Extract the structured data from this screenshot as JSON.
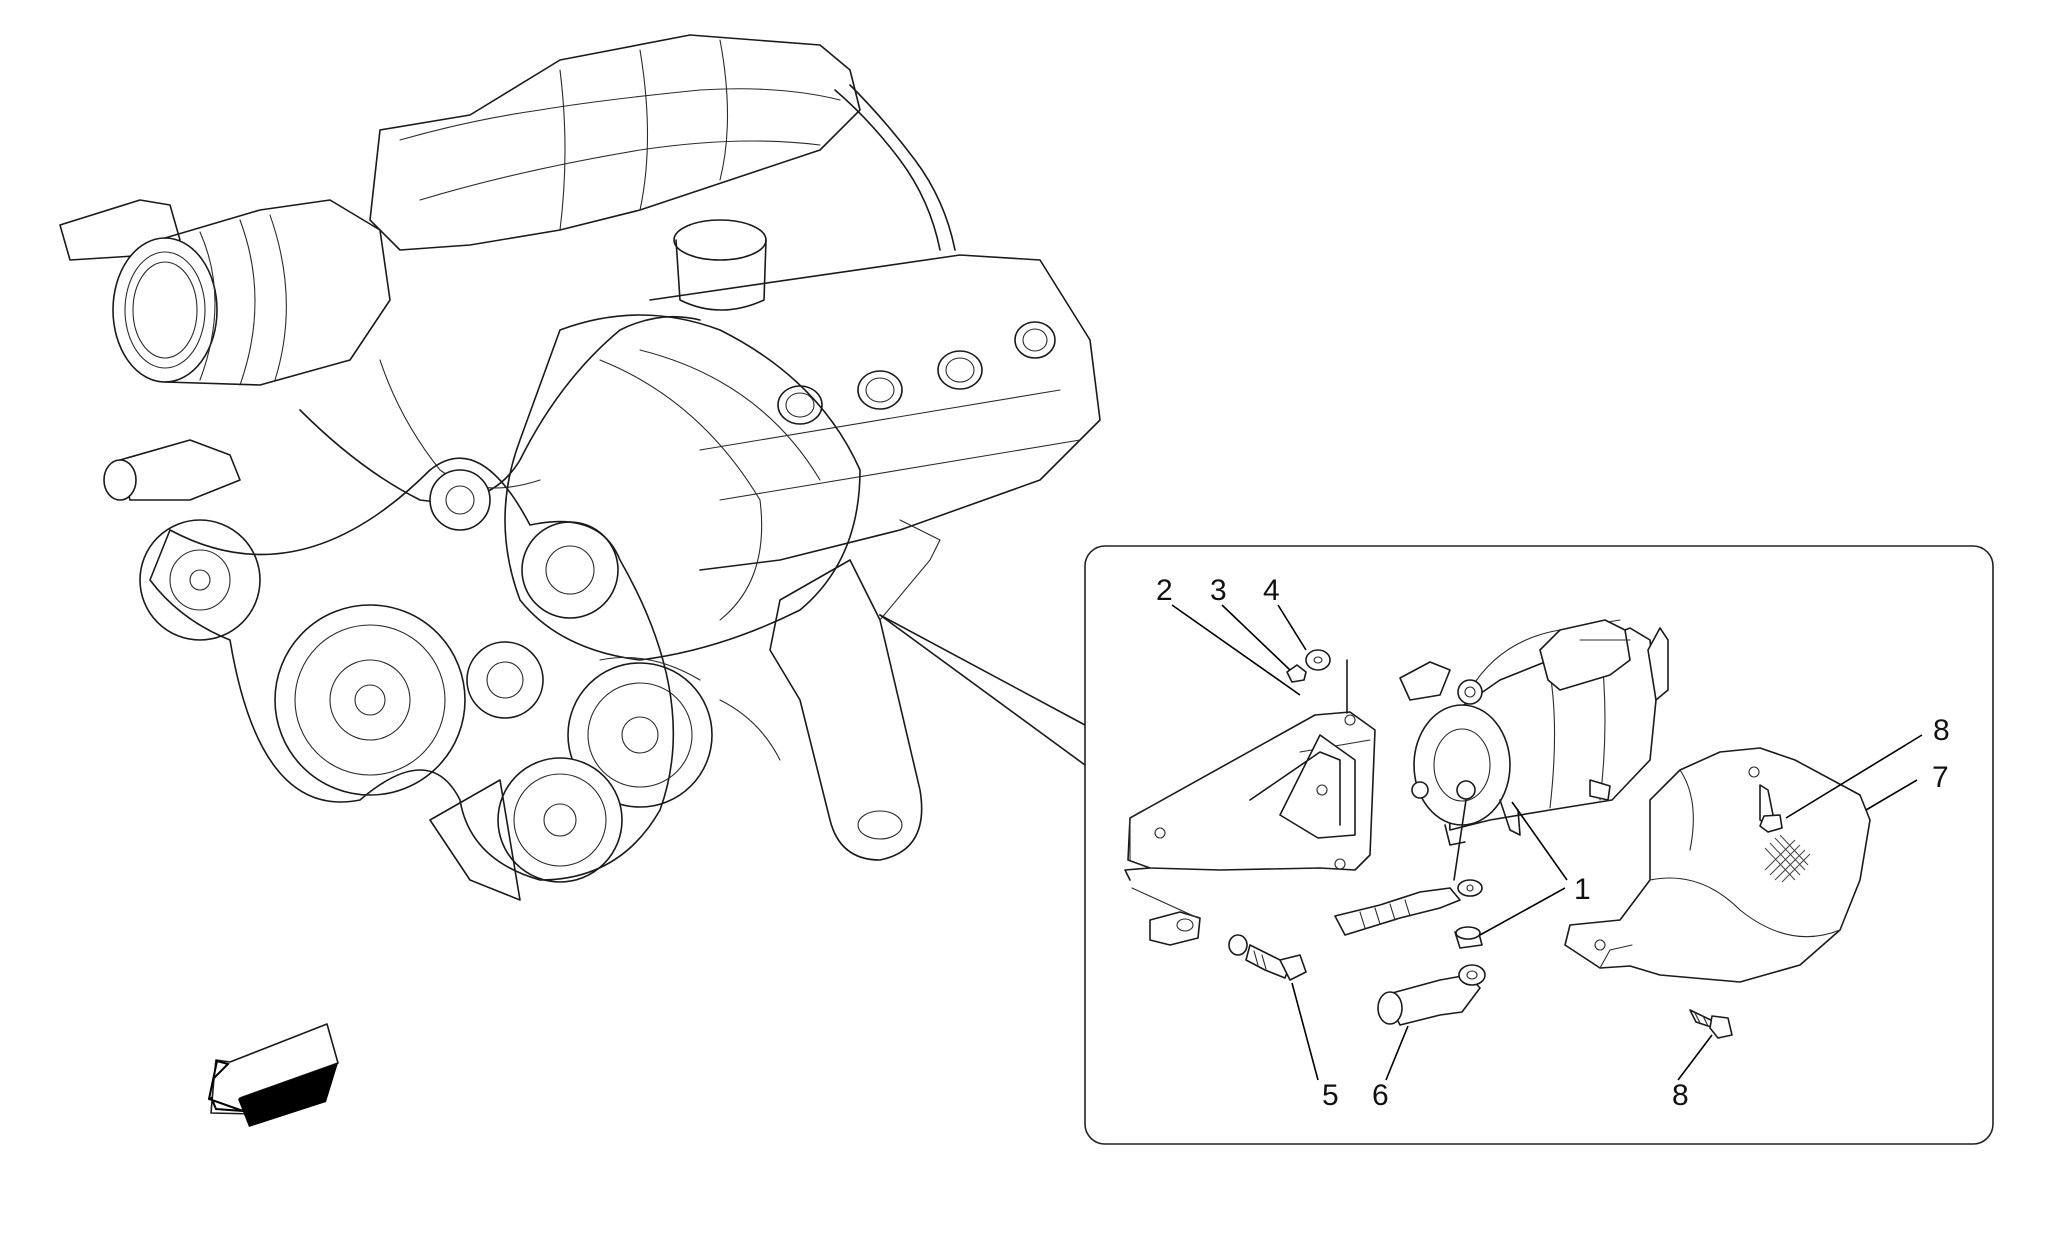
{
  "diagram": {
    "callouts": [
      {
        "id": "c2",
        "label": "2"
      },
      {
        "id": "c3",
        "label": "3"
      },
      {
        "id": "c4",
        "label": "4"
      },
      {
        "id": "c8a",
        "label": "8"
      },
      {
        "id": "c7",
        "label": "7"
      },
      {
        "id": "c1",
        "label": "1"
      },
      {
        "id": "c5",
        "label": "5"
      },
      {
        "id": "c6",
        "label": "6"
      },
      {
        "id": "c8b",
        "label": "8"
      }
    ]
  }
}
